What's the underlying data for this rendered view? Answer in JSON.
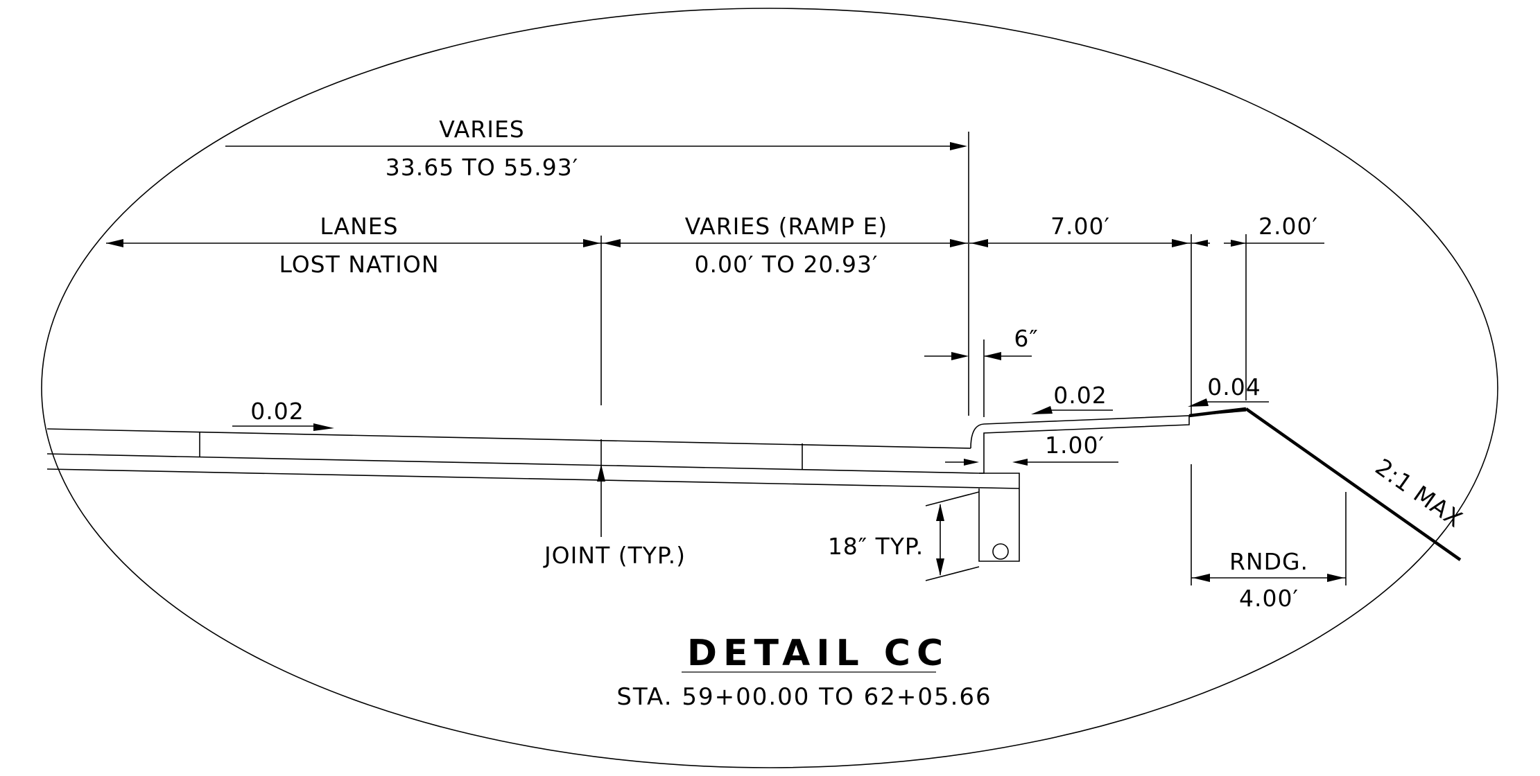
{
  "detail": {
    "title": "DETAIL CC",
    "station_range": "STA. 59+00.00 TO 62+05.66"
  },
  "dimensions": {
    "overall_label": "VARIES",
    "overall_value": "33.65 TO 55.93′",
    "lanes_label": "LANES",
    "lanes_name": "LOST NATION",
    "ramp_label": "VARIES (RAMP E)",
    "ramp_value": "0.00′ TO 20.93′",
    "shoulder_width": "7.00′",
    "rounding_offset": "2.00′",
    "curb_width": "6″",
    "curb_offset": "1.00′",
    "curb_depth": "18″ TYP.",
    "rounding_label": "RNDG.",
    "rounding_width": "4.00′"
  },
  "slopes": {
    "pavement": "0.02",
    "shoulder": "0.02",
    "rounding": "0.04",
    "side_slope": "2:1 MAX"
  },
  "callouts": {
    "joint": "JOINT (TYP.)"
  }
}
